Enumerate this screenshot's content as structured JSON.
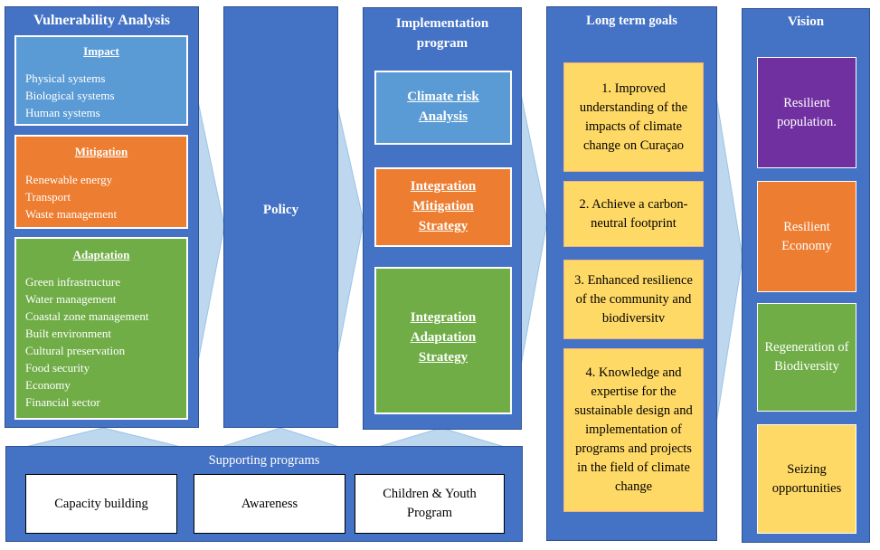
{
  "vulnerability": {
    "title": "Vulnerability Analysis",
    "impact": {
      "heading": "Impact",
      "items": [
        "Physical systems",
        "Biological systems",
        "Human systems"
      ]
    },
    "mitigation": {
      "heading": "Mitigation",
      "items": [
        "Renewable energy",
        "Transport",
        "Waste management"
      ]
    },
    "adaptation": {
      "heading": "Adaptation",
      "items": [
        "Green infrastructure",
        "Water management",
        "Coastal zone management",
        "Built environment",
        "Cultural preservation",
        "Food security",
        "Economy",
        "Financial sector"
      ]
    }
  },
  "policy": {
    "title": "Policy"
  },
  "implementation": {
    "title": "Implementation program",
    "boxes": [
      {
        "label": "Climate risk Analysis",
        "color": "#5b9bd5"
      },
      {
        "label": "Integration Mitigation Strategy",
        "color": "#ed7d31"
      },
      {
        "label": "Integration Adaptation Strategy",
        "color": "#70ad47"
      }
    ]
  },
  "goals": {
    "title": "Long term goals",
    "items": [
      "1. Improved understanding of the impacts of climate change on Curaçao",
      "2. Achieve a carbon-neutral footprint",
      "3. Enhanced resilience of the community and biodiversitv",
      "4. Knowledge and expertise for the sustainable design and implementation of programs and projects in the field of climate change"
    ],
    "fill_color": "#ffd966"
  },
  "vision": {
    "title": "Vision",
    "items": [
      {
        "label": "Resilient population.",
        "color": "#7030a0"
      },
      {
        "label": "Resilient Economy",
        "color": "#ed7d31"
      },
      {
        "label": "Regeneration of Biodiversity",
        "color": "#70ad47"
      },
      {
        "label": "Seizing opportunities",
        "color": "#ffd966"
      }
    ]
  },
  "supporting": {
    "title": "Supporting programs",
    "items": [
      "Capacity building",
      "Awareness",
      "Children & Youth Program"
    ]
  },
  "colors": {
    "column_blue": "#4472c4",
    "arrow_fill": "#bdd7ee",
    "impact_blue": "#5b9bd5",
    "mitigation_orange": "#ed7d31",
    "adaptation_green": "#70ad47"
  }
}
